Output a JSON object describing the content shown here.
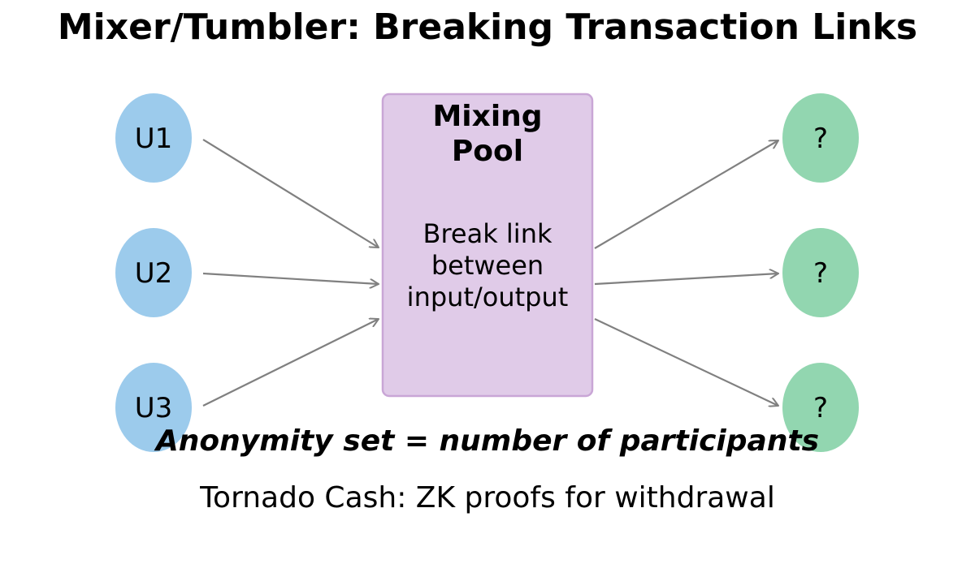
{
  "title": "Mixer/Tumbler: Breaking Transaction Links",
  "colors": {
    "input_node": "#9ccbec",
    "output_node": "#92d6b0",
    "pool_fill": "#e0cbe8",
    "pool_stroke": "#c9a6d6",
    "arrow": "#808080",
    "text": "#000000"
  },
  "inputs": [
    {
      "label": "U1"
    },
    {
      "label": "U2"
    },
    {
      "label": "U3"
    }
  ],
  "pool": {
    "title_lines": [
      "Mixing",
      "Pool"
    ],
    "text_lines": [
      "Break link",
      "between",
      "input/output"
    ]
  },
  "outputs": [
    {
      "label": "?"
    },
    {
      "label": "?"
    },
    {
      "label": "?"
    }
  ],
  "notes": {
    "anonymity": "Anonymity set = number of participants",
    "tornado": "Tornado Cash: ZK proofs for withdrawal"
  }
}
